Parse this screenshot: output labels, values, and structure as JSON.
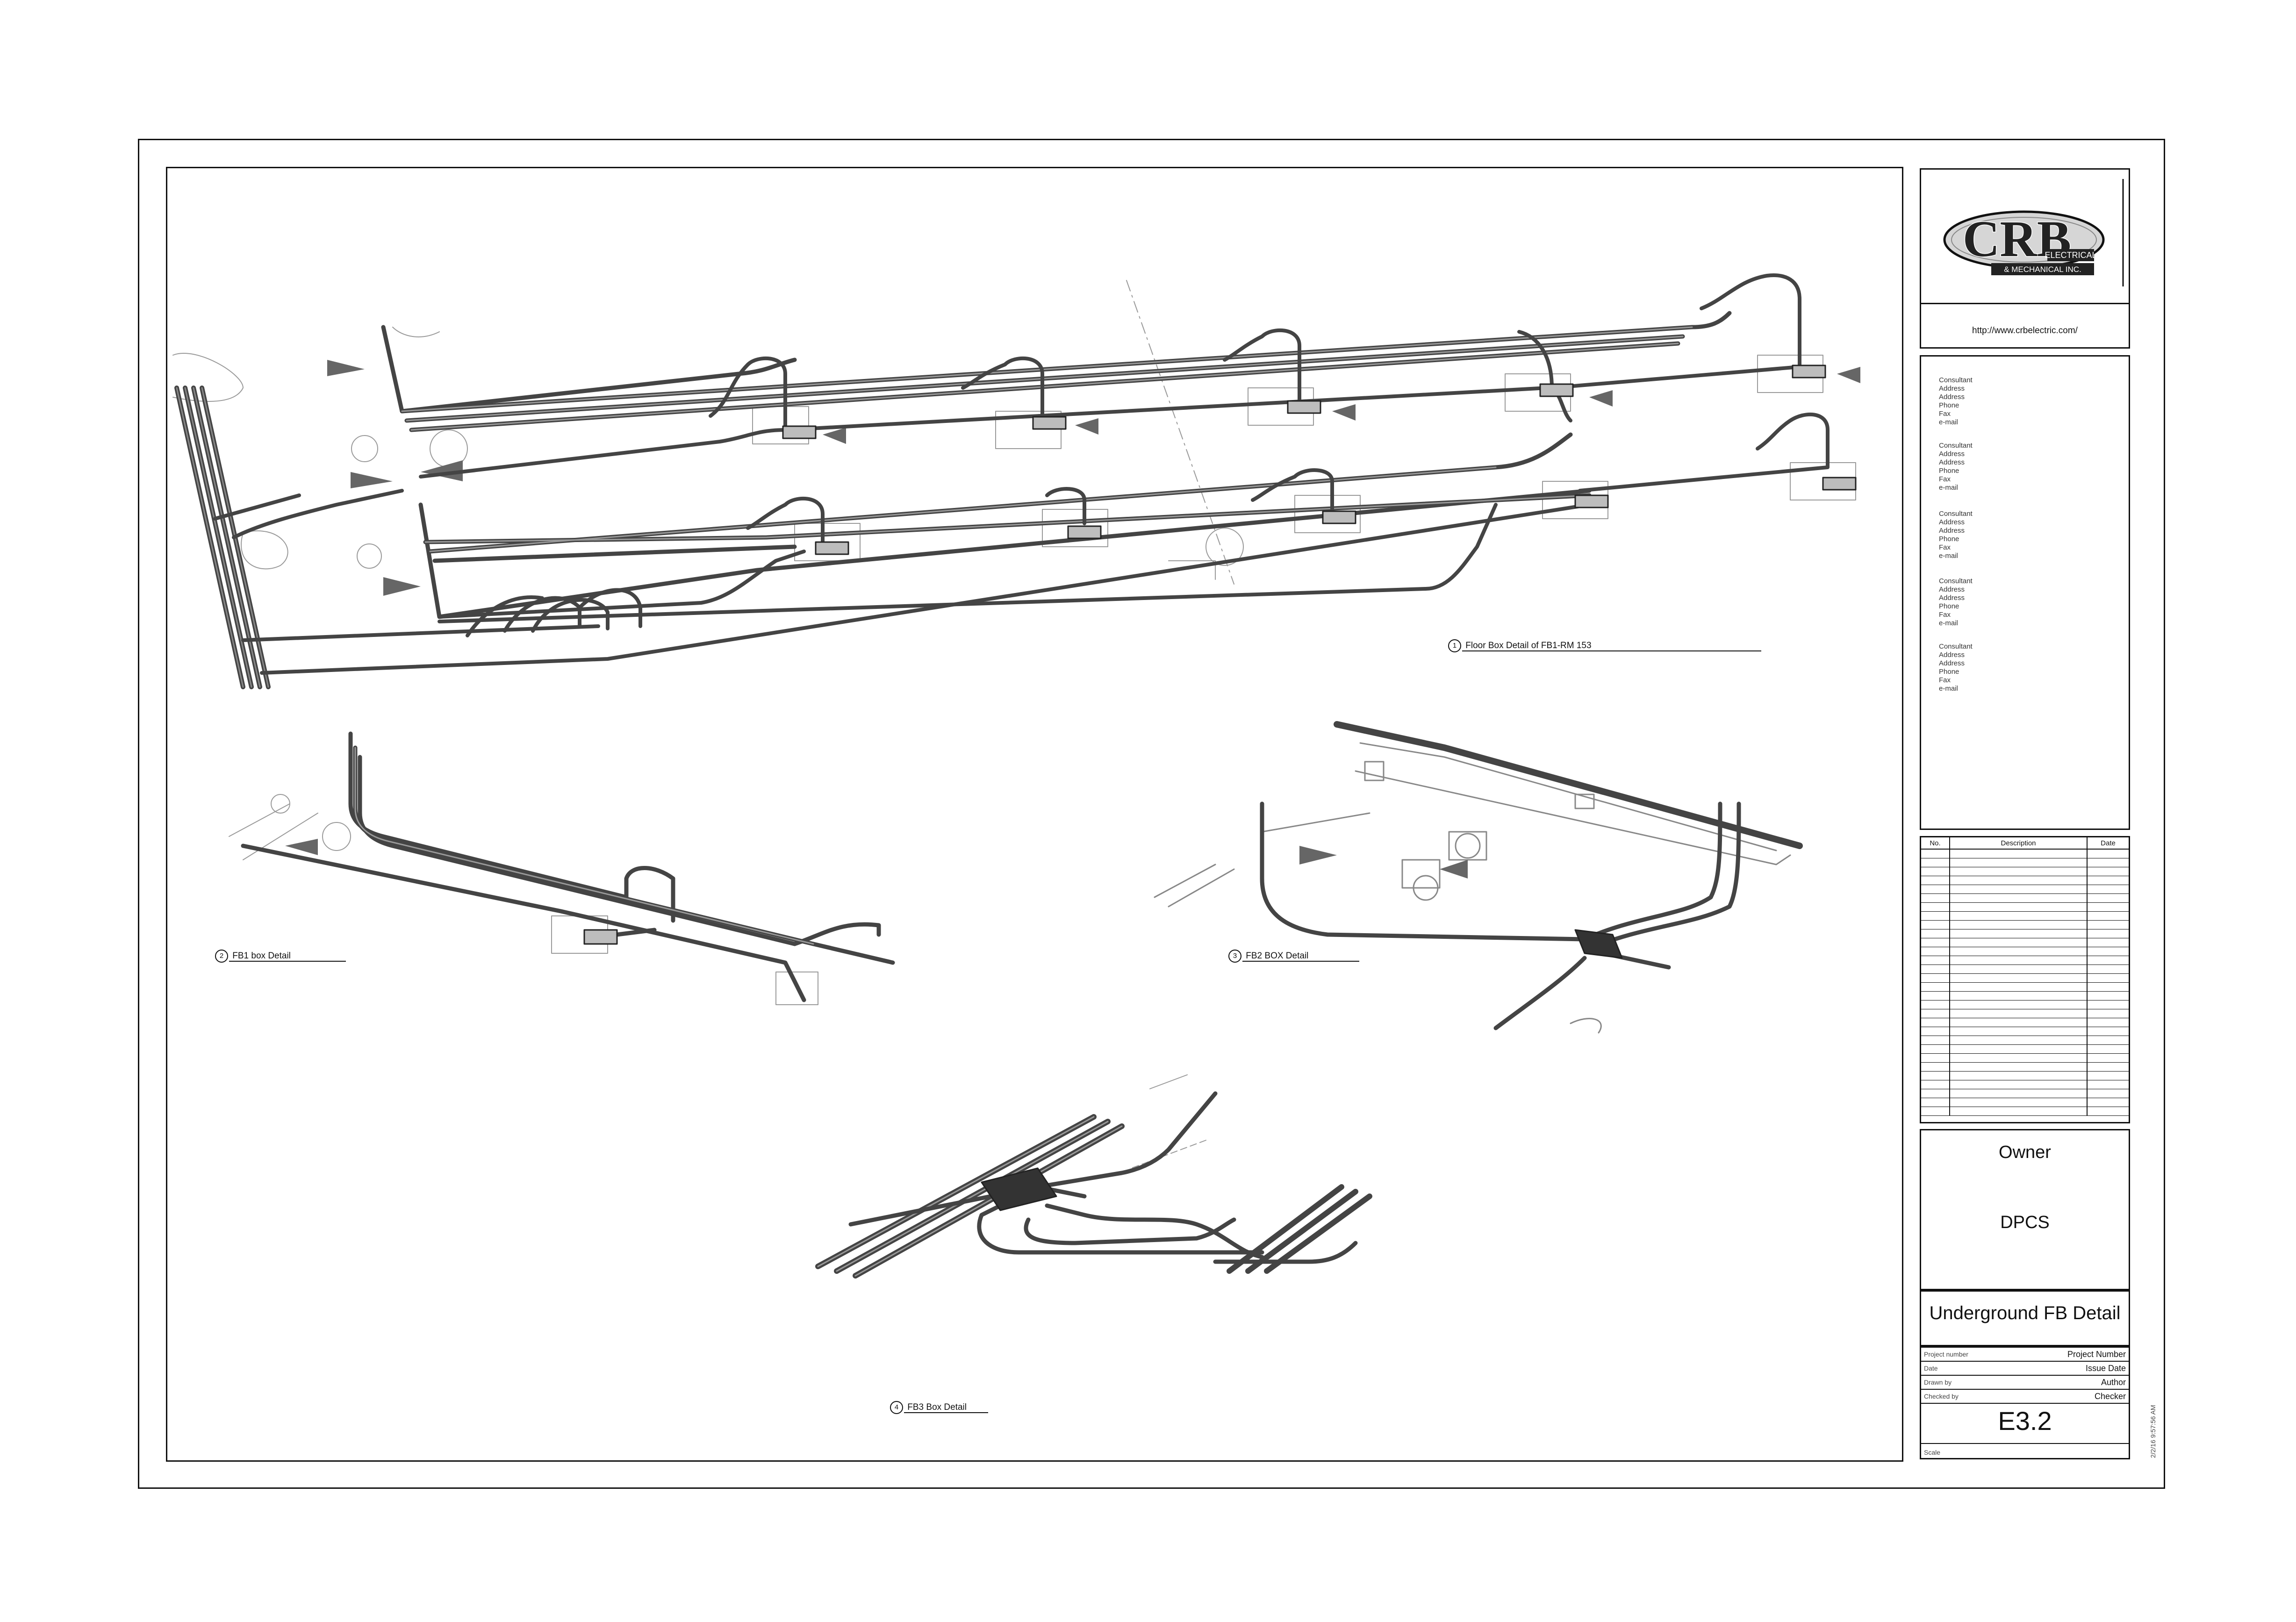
{
  "logo": {
    "brand": "CRB",
    "line1": "ELECTRICAL",
    "line2": "& MECHANICAL INC.",
    "url": "http://www.crbelectric.com/"
  },
  "consultants": [
    [
      "Consultant",
      "Address",
      "Address",
      "Phone",
      "Fax",
      "e-mail"
    ],
    [
      "Consultant",
      "Address",
      "Address",
      "Phone",
      "Fax",
      "e-mail"
    ],
    [
      "Consultant",
      "Address",
      "Address",
      "Phone",
      "Fax",
      "e-mail"
    ],
    [
      "Consultant",
      "Address",
      "Address",
      "Phone",
      "Fax",
      "e-mail"
    ],
    [
      "Consultant",
      "Address",
      "Address",
      "Phone",
      "Fax",
      "e-mail"
    ]
  ],
  "revisions": {
    "headers": [
      "No.",
      "Description",
      "Date"
    ]
  },
  "owner": {
    "label": "Owner",
    "name": "DPCS"
  },
  "sheet": {
    "title": "Underground FB Detail",
    "project_number_label": "Project number",
    "project_number": "Project Number",
    "date_label": "Date",
    "date": "Issue Date",
    "drawn_by_label": "Drawn by",
    "drawn_by": "Author",
    "checked_by_label": "Checked by",
    "checked_by": "Checker",
    "number": "E3.2",
    "scale_label": "Scale",
    "timestamp": "2/2/16 9:57:56 AM"
  },
  "views": [
    {
      "num": "1",
      "title": "Floor Box Detail of FB1-RM 153"
    },
    {
      "num": "2",
      "title": "FB1 box Detail"
    },
    {
      "num": "3",
      "title": "FB2 BOX Detail"
    },
    {
      "num": "4",
      "title": "FB3 Box Detail"
    }
  ]
}
